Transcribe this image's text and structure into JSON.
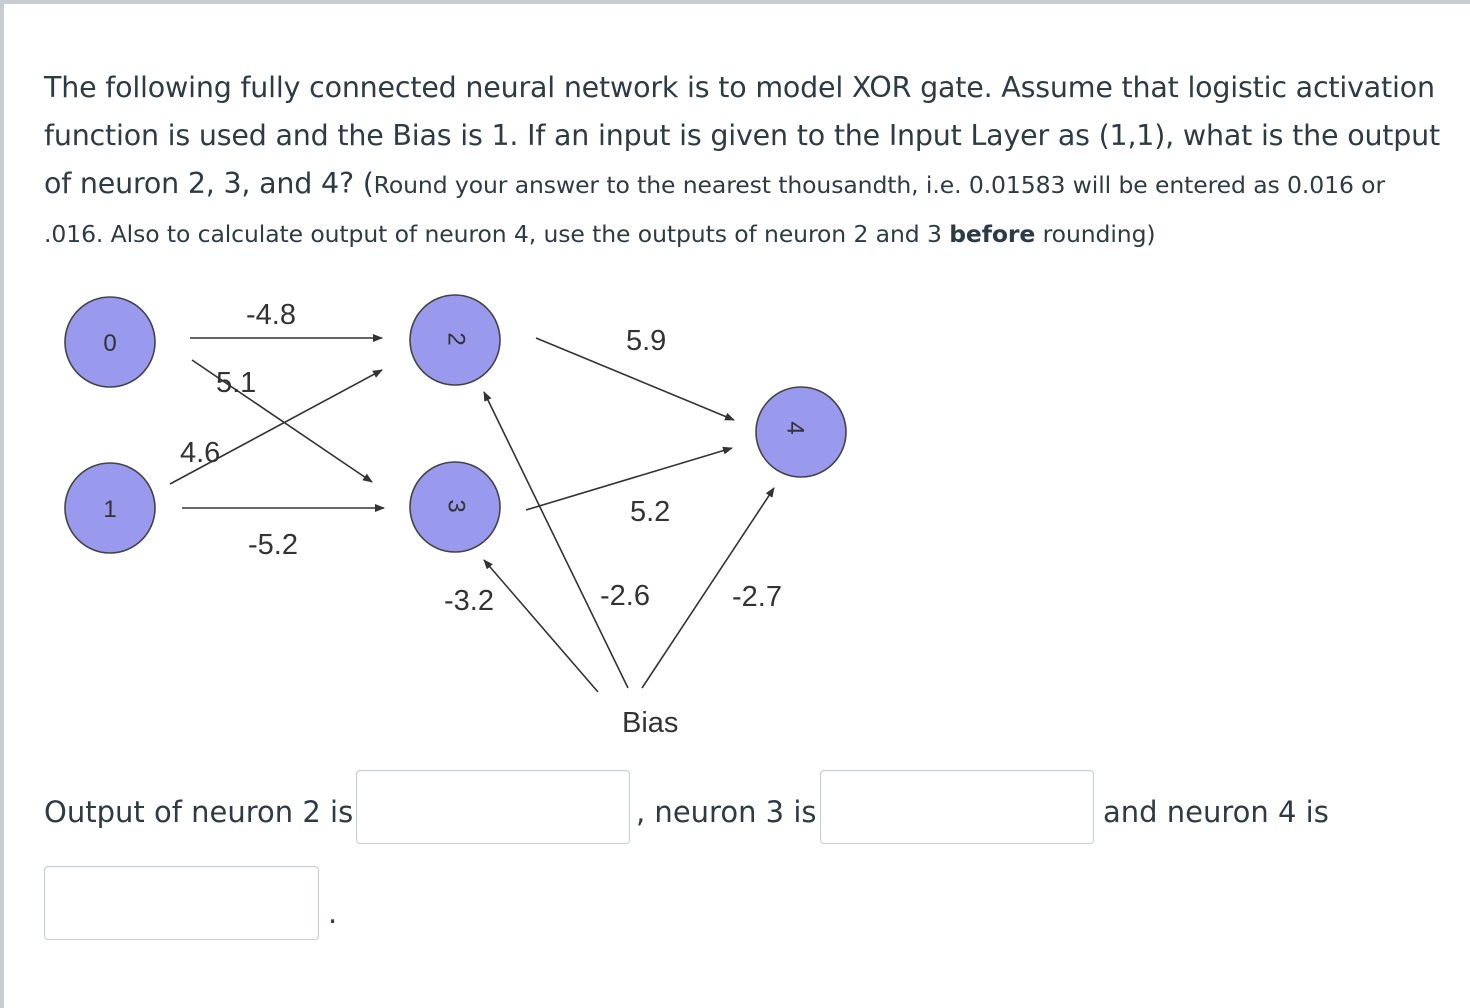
{
  "question": {
    "main_text": "The following fully connected neural network is to model XOR gate. Assume that logistic activation function is used and the Bias is 1. If an input is given to the Input Layer as (1,1), what is the output of neuron 2, 3, and 4? (",
    "note_pre": "Round your answer to the nearest thousandth, i.e. 0.01583 will be entered as 0.016 or .016. Also to calculate output of neuron 4, use the outputs of neuron 2 and 3 ",
    "note_bold": "before",
    "note_post": " rounding)"
  },
  "diagram": {
    "neurons": [
      {
        "id": "0"
      },
      {
        "id": "1"
      },
      {
        "id": "2"
      },
      {
        "id": "3"
      },
      {
        "id": "4"
      }
    ],
    "weights": {
      "w_0_2": "-4.8",
      "w_0_3": "5.1",
      "w_1_2": "4.6",
      "w_1_3": "-5.2",
      "w_2_4": "5.9",
      "w_3_4": "5.2",
      "w_bias_3": "-3.2",
      "w_bias_2": "-2.6",
      "w_bias_4": "-2.7"
    },
    "bias_label": "Bias",
    "neuron_color": "#9999ee",
    "edge_color": "#333333"
  },
  "answer": {
    "label_2": "Output of neuron 2 is",
    "label_3": ", neuron 3 is",
    "label_4": "and neuron 4 is",
    "input_2_value": "",
    "input_3_value": "",
    "input_4_value": "",
    "end_punct": "."
  }
}
